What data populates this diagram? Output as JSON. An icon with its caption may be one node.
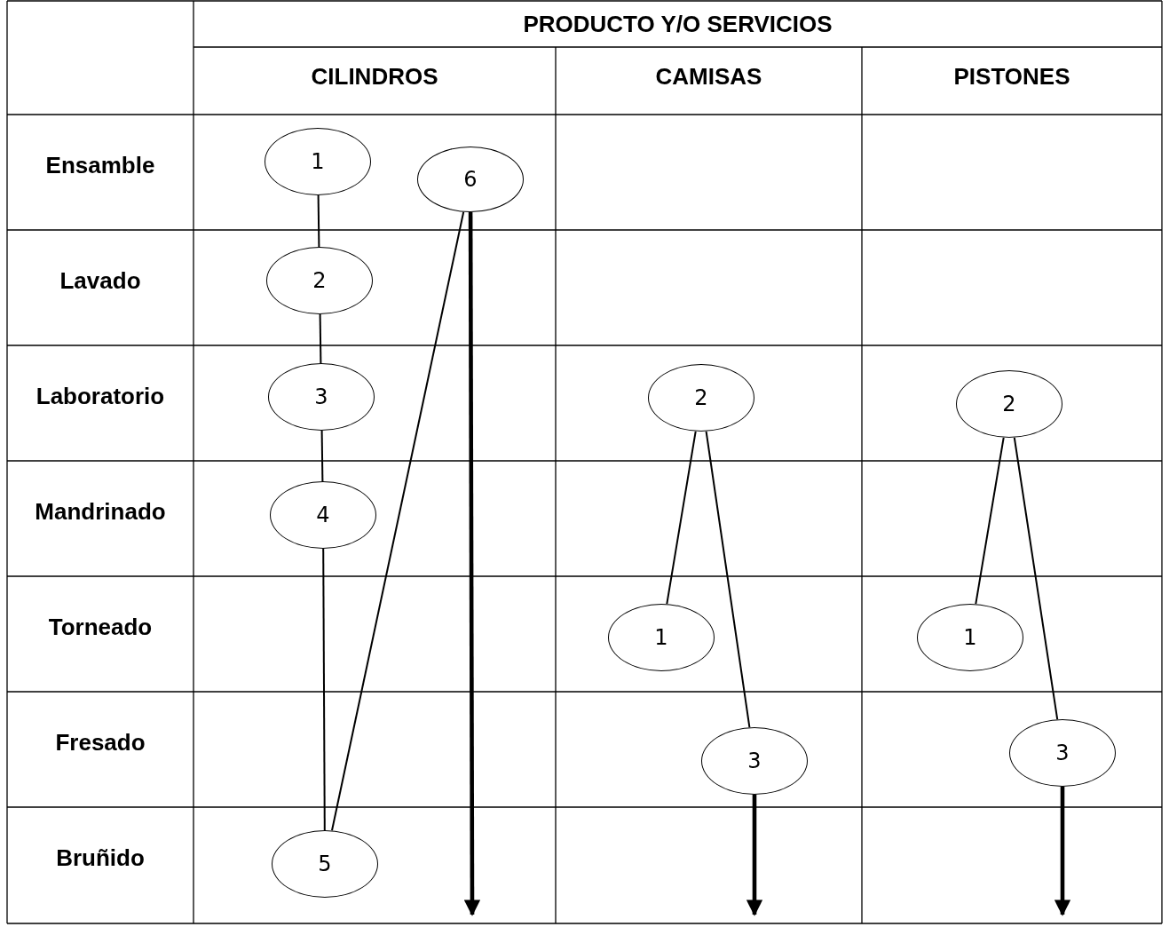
{
  "diagram": {
    "nodes": [
      {
        "text": [
          "1"
        ]
      },
      {
        "text": [
          "6"
        ]
      },
      {
        "text": [
          "2"
        ]
      },
      {
        "text": [
          "3"
        ]
      },
      {
        "text": [
          "2"
        ]
      },
      {
        "text": [
          "2"
        ]
      },
      {
        "text": [
          "4"
        ]
      },
      {
        "text": [
          "1"
        ]
      },
      {
        "text": [
          "1"
        ]
      },
      {
        "text": [
          "3"
        ]
      },
      {
        "text": [
          "3"
        ]
      },
      {
        "text": [
          "5"
        ]
      }
    ],
    "edges": [
      {
        "from": 0,
        "to": 2,
        "arrow": "none"
      },
      {
        "from": 2,
        "to": 3,
        "arrow": "none"
      },
      {
        "from": 3,
        "to": 6,
        "arrow": "none"
      },
      {
        "from": 6,
        "to": 11,
        "arrow": "none"
      },
      {
        "from": 11,
        "to": 1,
        "arrow": "none"
      },
      {
        "from": 1,
        "to": null,
        "arrow": "to",
        "style": "thick"
      },
      {
        "from": 4,
        "to": 7,
        "arrow": "none"
      },
      {
        "from": 4,
        "to": 9,
        "arrow": "none"
      },
      {
        "from": 9,
        "to": null,
        "arrow": "to",
        "style": "thick"
      },
      {
        "from": 5,
        "to": 8,
        "arrow": "none"
      },
      {
        "from": 5,
        "to": 10,
        "arrow": "none"
      },
      {
        "from": 10,
        "to": null,
        "arrow": "to",
        "style": "thick"
      }
    ],
    "labels": [
      "PRODUCTO Y/O SERVICIOS",
      "CILINDROS",
      "CAMISAS",
      "PISTONES",
      "Ensamble",
      "Lavado",
      "Laboratorio",
      "Mandrinado",
      "Torneado",
      "Fresado",
      "Bruñido"
    ]
  }
}
